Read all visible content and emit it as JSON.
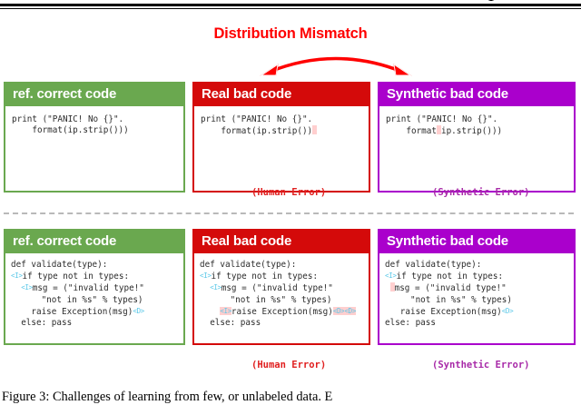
{
  "figure": {
    "banner_title": "Distribution Mismatch",
    "banner_color": "#ff0000",
    "arrow": {
      "name": "double-headed-curved-arrow",
      "color": "#ff0000"
    },
    "divider": {
      "style": "dashed",
      "color": "#b9b9b9"
    },
    "caption": "Figure 3: Challenges of learning from few, or unlabeled data. E"
  },
  "colors": {
    "green": "#6aa84f",
    "red": "#d40a0a",
    "purple": "#aa00cc",
    "human_error_text": "#e02020",
    "synthetic_error_text": "#a82aa8",
    "highlight": "#ffcfcf",
    "whitespace_marker": "#5bc8e8"
  },
  "rows": [
    {
      "id": "example-1",
      "cards": [
        {
          "name": "ref-correct-code",
          "title": "ref. correct code",
          "color": "green",
          "code_lines": [
            "print (\"PANIC! No {}\".",
            "    format(ip.strip()))"
          ],
          "error_label": null
        },
        {
          "name": "real-bad-code",
          "title": "Real bad code",
          "color": "red",
          "code_lines": [
            "print (\"PANIC! No {}\".",
            "    format(ip.strip())"
          ],
          "error_label": "(Human Error)"
        },
        {
          "name": "synthetic-bad-code",
          "title": "Synthetic bad code",
          "color": "purple",
          "code_lines": [
            "print (\"PANIC! No {}\".",
            "    format ip.strip()))"
          ],
          "error_label": "(Synthetic Error)"
        }
      ]
    },
    {
      "id": "example-2",
      "cards": [
        {
          "name": "ref-correct-code",
          "title": "ref. correct code",
          "color": "green",
          "code_lines": [
            "def validate(type):",
            "if type not in types:",
            "  msg = (\"invalid type!\"",
            "      \"not in %s\" % types)",
            "    raise Exception(msg)",
            "  else: pass"
          ],
          "error_label": null
        },
        {
          "name": "real-bad-code",
          "title": "Real bad code",
          "color": "red",
          "code_lines": [
            "def validate(type):",
            "if type not in types:",
            "  msg = (\"invalid type!\"",
            "      \"not in %s\" % types)",
            "    raise Exception(msg)",
            "  else: pass"
          ],
          "error_label": "(Human Error)"
        },
        {
          "name": "synthetic-bad-code",
          "title": "Synthetic bad code",
          "color": "purple",
          "code_lines": [
            "def validate(type):",
            "if type not in types:",
            " msg = (\"invalid type!\"",
            "    \"not in %s\" % types)",
            "  raise Exception(msg)",
            "else: pass"
          ],
          "error_label": "(Synthetic Error)"
        }
      ]
    }
  ]
}
